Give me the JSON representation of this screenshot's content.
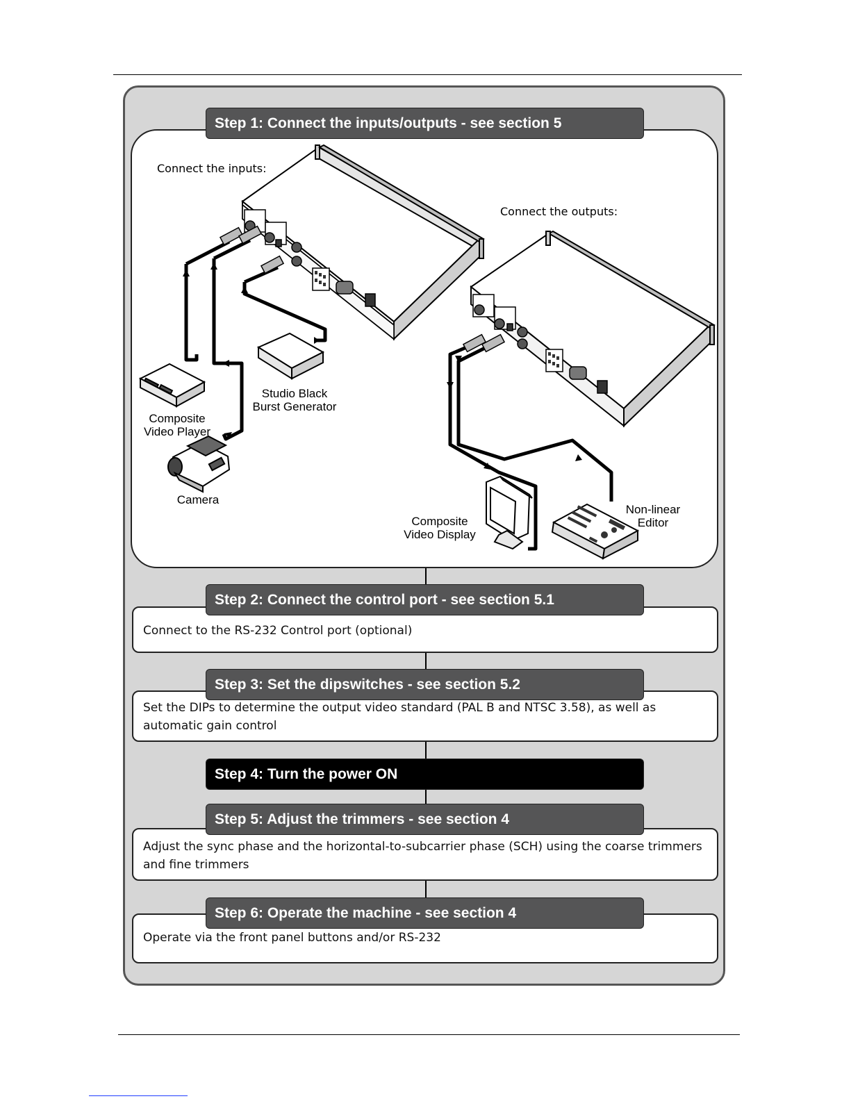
{
  "steps": [
    {
      "label": "Step 1: Connect the inputs/outputs - see section 5"
    },
    {
      "label": "Step 2: Connect the control port - see section 5.1",
      "text": "Connect to the RS-232 Control port (optional)"
    },
    {
      "label": "Step 3: Set the dipswitches - see section 5.2",
      "text": "Set the DIPs to determine the output video standard (PAL B and NTSC 3.58), as well as automatic gain control"
    },
    {
      "label": "Step 4: Turn the power ON"
    },
    {
      "label": "Step 5: Adjust the trimmers - see section 4",
      "text": "Adjust the sync phase and the horizontal-to-subcarrier phase (SCH) using the coarse trimmers and fine trimmers"
    },
    {
      "label": "Step 6: Operate the machine - see section 4",
      "text": "Operate via the front panel buttons and/or RS-232"
    }
  ],
  "diagram": {
    "connect_inputs": "Connect the inputs:",
    "connect_outputs": "Connect the outputs:",
    "composite_video_player": [
      "Composite",
      "Video Player"
    ],
    "studio_black": [
      "Studio Black",
      "Burst Generator"
    ],
    "camera": "Camera",
    "composite_video_display": [
      "Composite",
      "Video Display"
    ],
    "non_linear_editor": [
      "Non-linear",
      "Editor"
    ]
  }
}
